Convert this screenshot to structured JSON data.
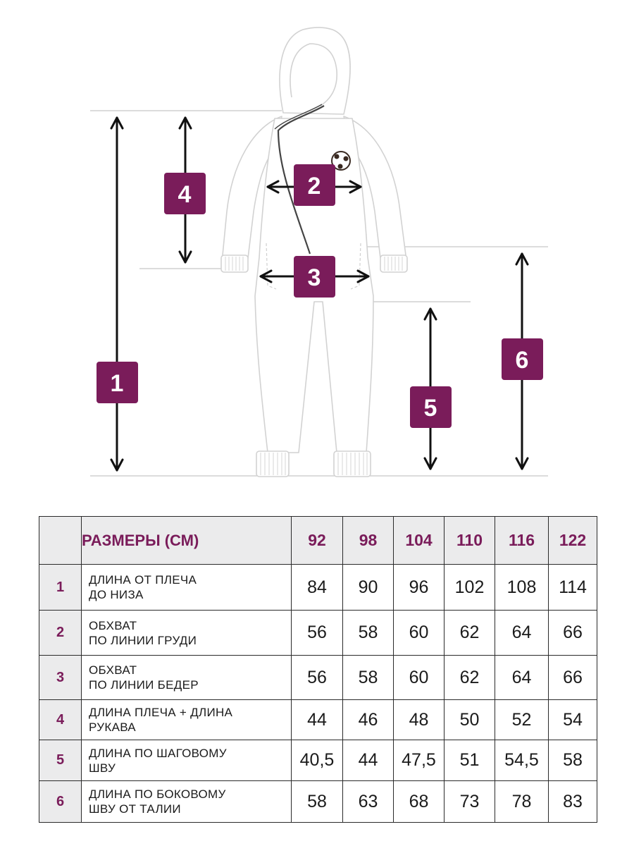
{
  "diagram": {
    "accent_color": "#7a1c5a",
    "badges": [
      "1",
      "2",
      "3",
      "4",
      "5",
      "6"
    ]
  },
  "table": {
    "title": "РАЗМЕРЫ (СМ)",
    "sizes": [
      "92",
      "98",
      "104",
      "110",
      "116",
      "122"
    ],
    "rows": [
      {
        "num": "1",
        "line1": "ДЛИНА ОТ ПЛЕЧА",
        "line2": "ДО НИЗА",
        "values": [
          "84",
          "90",
          "96",
          "102",
          "108",
          "114"
        ]
      },
      {
        "num": "2",
        "line1": "ОБХВАТ",
        "line2": "ПО ЛИНИИ ГРУДИ",
        "values": [
          "56",
          "58",
          "60",
          "62",
          "64",
          "66"
        ]
      },
      {
        "num": "3",
        "line1": "ОБХВАТ",
        "line2": "ПО ЛИНИИ БЕДЕР",
        "values": [
          "56",
          "58",
          "60",
          "62",
          "64",
          "66"
        ]
      },
      {
        "num": "4",
        "line1": "ДЛИНА ПЛЕЧА + ДЛИНА",
        "line2": "РУКАВА",
        "values": [
          "44",
          "46",
          "48",
          "50",
          "52",
          "54"
        ]
      },
      {
        "num": "5",
        "line1": "ДЛИНА ПО ШАГОВОМУ",
        "line2": "ШВУ",
        "values": [
          "40,5",
          "44",
          "47,5",
          "51",
          "54,5",
          "58"
        ]
      },
      {
        "num": "6",
        "line1": "ДЛИНА ПО БОКОВОМУ",
        "line2": "ШВУ ОТ ТАЛИИ",
        "values": [
          "58",
          "63",
          "68",
          "73",
          "78",
          "83"
        ]
      }
    ]
  }
}
